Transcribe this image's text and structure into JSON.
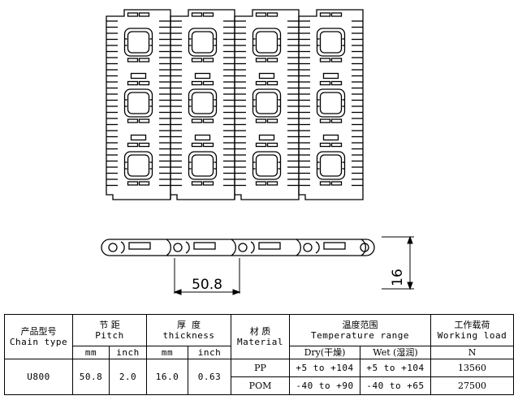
{
  "drawing": {
    "pitch_dimension": "50.8",
    "thickness_dimension": "16",
    "plan_view_modules": 4,
    "side_view_links": 4
  },
  "table": {
    "header": {
      "chain_type_cn": "产品型号",
      "chain_type_en": "Chain type",
      "pitch_cn": "节 距",
      "pitch_en": "Pitch",
      "thickness_cn": "厚  度",
      "thickness_en": "thickness",
      "material_cn": "材 质",
      "material_en": "Material",
      "temp_cn": "温度范围",
      "temp_en": "Temperature range",
      "load_cn": "工作载荷",
      "load_en": "Working load"
    },
    "subheader": {
      "pitch_mm": "mm",
      "pitch_inch": "inch",
      "thick_mm": "mm",
      "thick_inch": "inch",
      "dry": "Dry(干燥)",
      "wet": "Wet (湿润)",
      "load_unit": "N"
    },
    "row": {
      "chain_type": "U800",
      "pitch_mm": "50.8",
      "pitch_inch": "2.0",
      "thick_mm": "16.0",
      "thick_inch": "0.63"
    },
    "materials": [
      {
        "material": "PP",
        "dry": "+5 to +104",
        "wet": "+5 to +104",
        "load": "13560"
      },
      {
        "material": "POM",
        "dry": "-40 to +90",
        "wet": "-40 to +65",
        "load": "27500"
      }
    ]
  }
}
